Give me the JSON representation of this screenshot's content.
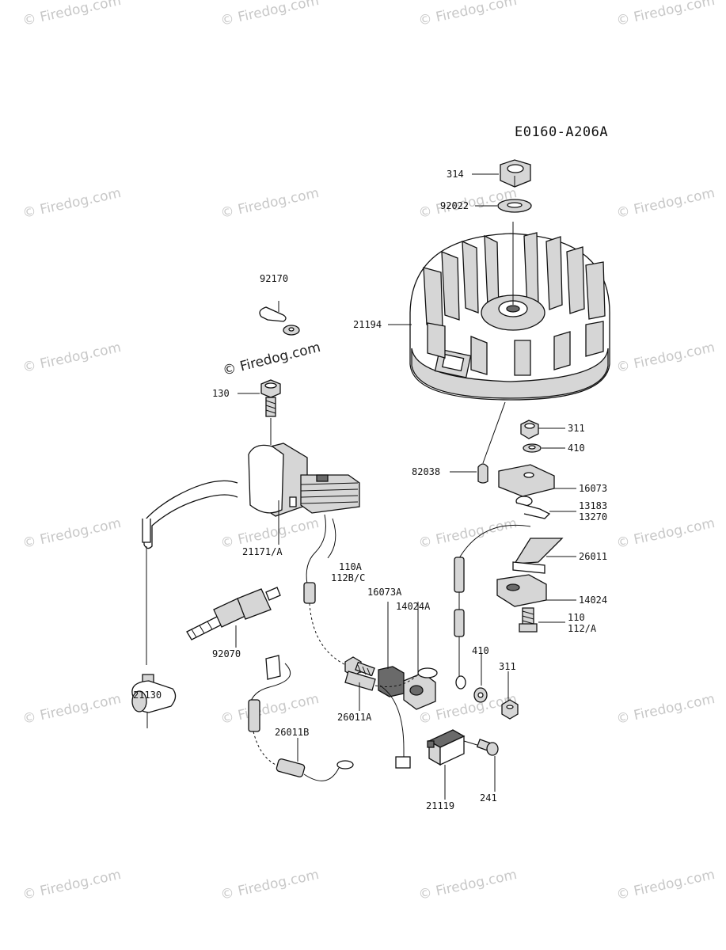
{
  "diagram_code": "E0160-A206A",
  "watermark_text": "© Firedog.com",
  "parts": [
    {
      "id": "314",
      "label": "314"
    },
    {
      "id": "92022",
      "label": "92022"
    },
    {
      "id": "92170",
      "label": "92170"
    },
    {
      "id": "21194",
      "label": "21194"
    },
    {
      "id": "130",
      "label": "130"
    },
    {
      "id": "311a",
      "label": "311"
    },
    {
      "id": "410a",
      "label": "410"
    },
    {
      "id": "82038",
      "label": "82038"
    },
    {
      "id": "16073",
      "label": "16073"
    },
    {
      "id": "13183",
      "label": "13183"
    },
    {
      "id": "13270",
      "label": "13270"
    },
    {
      "id": "21171A",
      "label": "21171/A"
    },
    {
      "id": "26011",
      "label": "26011"
    },
    {
      "id": "110A",
      "label": "110A"
    },
    {
      "id": "112BC",
      "label": "112B/C"
    },
    {
      "id": "16073A",
      "label": "16073A"
    },
    {
      "id": "14024A",
      "label": "14024A"
    },
    {
      "id": "14024",
      "label": "14024"
    },
    {
      "id": "110",
      "label": "110"
    },
    {
      "id": "112A",
      "label": "112/A"
    },
    {
      "id": "92070",
      "label": "92070"
    },
    {
      "id": "410b",
      "label": "410"
    },
    {
      "id": "311b",
      "label": "311"
    },
    {
      "id": "21130",
      "label": "21130"
    },
    {
      "id": "26011A",
      "label": "26011A"
    },
    {
      "id": "26011B",
      "label": "26011B"
    },
    {
      "id": "21119",
      "label": "21119"
    },
    {
      "id": "241",
      "label": "241"
    }
  ]
}
